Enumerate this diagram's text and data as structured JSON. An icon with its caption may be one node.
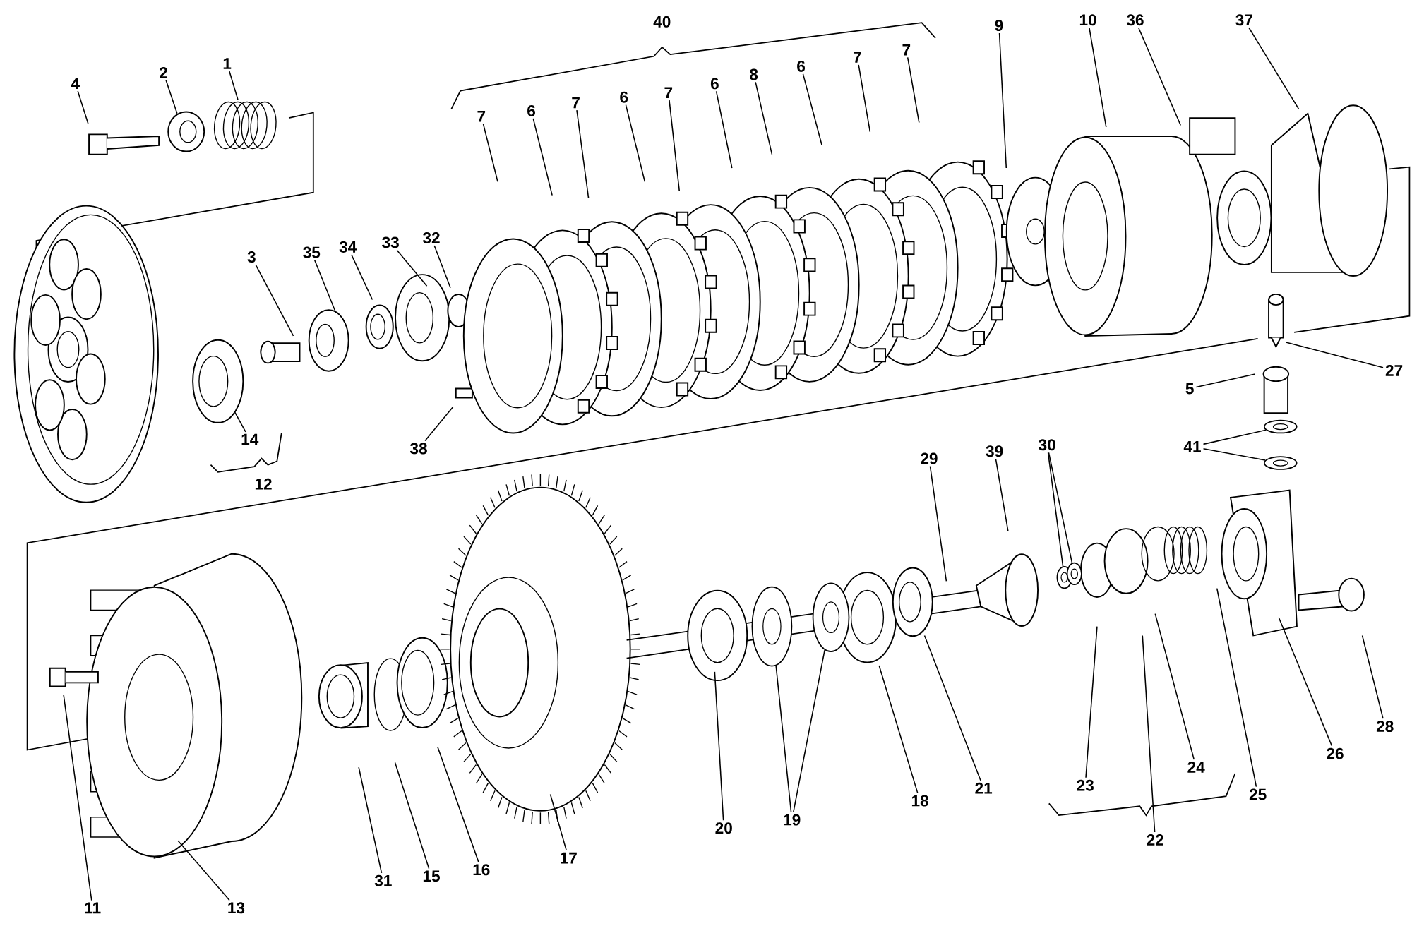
{
  "diagram": {
    "nodes": [
      {
        "text": [
          "4"
        ]
      },
      {
        "text": [
          "2"
        ]
      },
      {
        "text": [
          "1"
        ]
      },
      {
        "text": [
          "7"
        ]
      },
      {
        "text": [
          "6"
        ]
      },
      {
        "text": [
          "7"
        ]
      },
      {
        "text": [
          "6"
        ]
      },
      {
        "text": [
          "7"
        ]
      },
      {
        "text": [
          "6"
        ]
      },
      {
        "text": [
          "8"
        ]
      },
      {
        "text": [
          "6"
        ]
      },
      {
        "text": [
          "7"
        ]
      },
      {
        "text": [
          "7"
        ]
      },
      {
        "text": [
          "9"
        ]
      },
      {
        "text": [
          "10"
        ]
      },
      {
        "text": [
          "36"
        ]
      },
      {
        "text": [
          "37"
        ]
      },
      {
        "text": [
          "3"
        ]
      },
      {
        "text": [
          "35"
        ]
      },
      {
        "text": [
          "34"
        ]
      },
      {
        "text": [
          "33"
        ]
      },
      {
        "text": [
          "32"
        ]
      },
      {
        "text": [
          "27"
        ]
      },
      {
        "text": [
          "5"
        ]
      },
      {
        "text": [
          "14"
        ]
      },
      {
        "text": [
          "38"
        ]
      },
      {
        "text": [
          "41"
        ]
      },
      {
        "text": [
          "29"
        ]
      },
      {
        "text": [
          "39"
        ]
      },
      {
        "text": [
          "30"
        ]
      },
      {
        "text": [
          "20"
        ]
      },
      {
        "text": [
          "19"
        ]
      },
      {
        "text": [
          "18"
        ]
      },
      {
        "text": [
          "21"
        ]
      },
      {
        "text": [
          "23"
        ]
      },
      {
        "text": [
          "24"
        ]
      },
      {
        "text": [
          "25"
        ]
      },
      {
        "text": [
          "26"
        ]
      },
      {
        "text": [
          "28"
        ]
      },
      {
        "text": [
          "22"
        ]
      },
      {
        "text": [
          "11"
        ]
      },
      {
        "text": [
          "13"
        ]
      },
      {
        "text": [
          "31"
        ]
      },
      {
        "text": [
          "15"
        ]
      },
      {
        "text": [
          "16"
        ]
      },
      {
        "text": [
          "17"
        ]
      },
      {
        "text": [],
        "shape": "circle"
      },
      {
        "text": [],
        "shape": "circle"
      },
      {
        "text": [],
        "shape": "circle"
      },
      {
        "text": [],
        "shape": "circle"
      },
      {
        "text": [],
        "shape": "circle"
      },
      {
        "text": [],
        "shape": "circle"
      }
    ],
    "edges": [
      {
        "from": 0,
        "to": null,
        "arrow": "none"
      },
      {
        "from": 1,
        "to": null,
        "arrow": "none"
      },
      {
        "from": 2,
        "to": null,
        "arrow": "none"
      },
      {
        "from": 3,
        "to": null,
        "arrow": "none"
      },
      {
        "from": 4,
        "to": null,
        "arrow": "none"
      },
      {
        "from": 5,
        "to": null,
        "arrow": "none"
      },
      {
        "from": 6,
        "to": null,
        "arrow": "none"
      },
      {
        "from": 7,
        "to": null,
        "arrow": "none"
      },
      {
        "from": 8,
        "to": null,
        "arrow": "none"
      },
      {
        "from": 9,
        "to": null,
        "arrow": "none"
      },
      {
        "from": 10,
        "to": null,
        "arrow": "none"
      },
      {
        "from": 11,
        "to": null,
        "arrow": "none"
      },
      {
        "from": 12,
        "to": null,
        "arrow": "none"
      },
      {
        "from": 13,
        "to": null,
        "arrow": "none"
      },
      {
        "from": 14,
        "to": null,
        "arrow": "none"
      },
      {
        "from": 15,
        "to": null,
        "arrow": "none"
      },
      {
        "from": 16,
        "to": null,
        "arrow": "none"
      },
      {
        "from": 17,
        "to": null,
        "arrow": "none"
      },
      {
        "from": 18,
        "to": null,
        "arrow": "none"
      },
      {
        "from": 19,
        "to": null,
        "arrow": "none"
      },
      {
        "from": 20,
        "to": null,
        "arrow": "none"
      },
      {
        "from": 21,
        "to": null,
        "arrow": "none"
      },
      {
        "from": 22,
        "to": null,
        "arrow": "none"
      },
      {
        "from": 23,
        "to": null,
        "arrow": "none"
      },
      {
        "from": 24,
        "to": null,
        "arrow": "none"
      },
      {
        "from": 25,
        "to": null,
        "arrow": "none"
      },
      {
        "from": 26,
        "to": 46,
        "arrow": "none"
      },
      {
        "from": 26,
        "to": 47,
        "arrow": "none"
      },
      {
        "from": 27,
        "to": null,
        "arrow": "none"
      },
      {
        "from": 28,
        "to": null,
        "arrow": "none"
      },
      {
        "from": 29,
        "to": 48,
        "arrow": "none"
      },
      {
        "from": 29,
        "to": 49,
        "arrow": "none"
      },
      {
        "from": 30,
        "to": null,
        "arrow": "none"
      },
      {
        "from": 31,
        "to": 50,
        "arrow": "none"
      },
      {
        "from": 31,
        "to": 51,
        "arrow": "none"
      },
      {
        "from": 32,
        "to": null,
        "arrow": "none"
      },
      {
        "from": 33,
        "to": null,
        "arrow": "none"
      },
      {
        "from": 34,
        "to": null,
        "arrow": "none"
      },
      {
        "from": 35,
        "to": null,
        "arrow": "none"
      },
      {
        "from": 36,
        "to": null,
        "arrow": "none"
      },
      {
        "from": 37,
        "to": null,
        "arrow": "none"
      },
      {
        "from": 38,
        "to": null,
        "arrow": "none"
      },
      {
        "from": 39,
        "to": null,
        "arrow": "none"
      },
      {
        "from": 40,
        "to": null,
        "arrow": "none"
      },
      {
        "from": 41,
        "to": null,
        "arrow": "none"
      },
      {
        "from": 42,
        "to": null,
        "arrow": "none"
      },
      {
        "from": 43,
        "to": null,
        "arrow": "none"
      },
      {
        "from": 44,
        "to": null,
        "arrow": "none"
      },
      {
        "from": 45,
        "to": null,
        "arrow": "none"
      }
    ],
    "labels": [
      "40",
      "12"
    ]
  }
}
